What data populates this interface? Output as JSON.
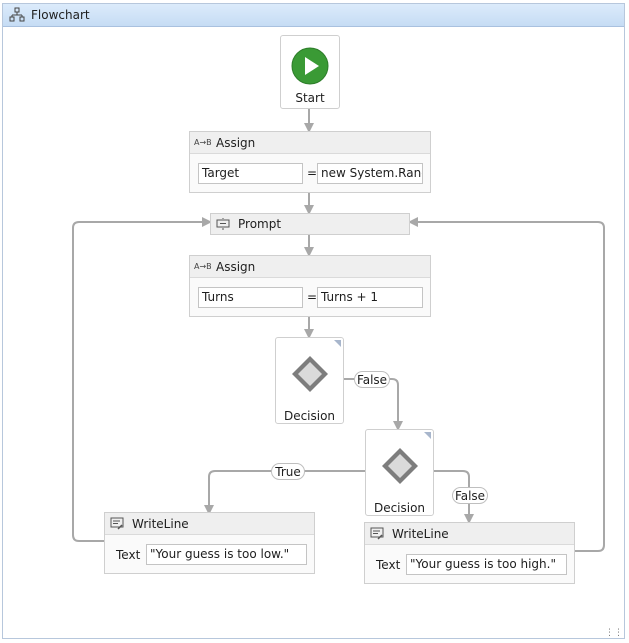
{
  "title": "Flowchart",
  "start": {
    "label": "Start"
  },
  "assign1": {
    "header": "Assign",
    "left": "Target",
    "eq": "=",
    "right": "new System.Random"
  },
  "prompt": {
    "header": "Prompt"
  },
  "assign2": {
    "header": "Assign",
    "left": "Turns",
    "eq": "=",
    "right": "Turns + 1"
  },
  "decision1": {
    "label": "Decision",
    "false_label": "False"
  },
  "decision2": {
    "label": "Decision",
    "true_label": "True",
    "false_label": "False"
  },
  "writeline_low": {
    "header": "WriteLine",
    "text_label": "Text",
    "value": "\"Your guess is too low.\""
  },
  "writeline_high": {
    "header": "WriteLine",
    "text_label": "Text",
    "value": "\"Your guess is too high.\""
  },
  "assign_icon_text": "A→B",
  "colors": {
    "start_green": "#3a9a35",
    "wire": "#a8a8a8",
    "header_blue": "#c9ddf5"
  }
}
